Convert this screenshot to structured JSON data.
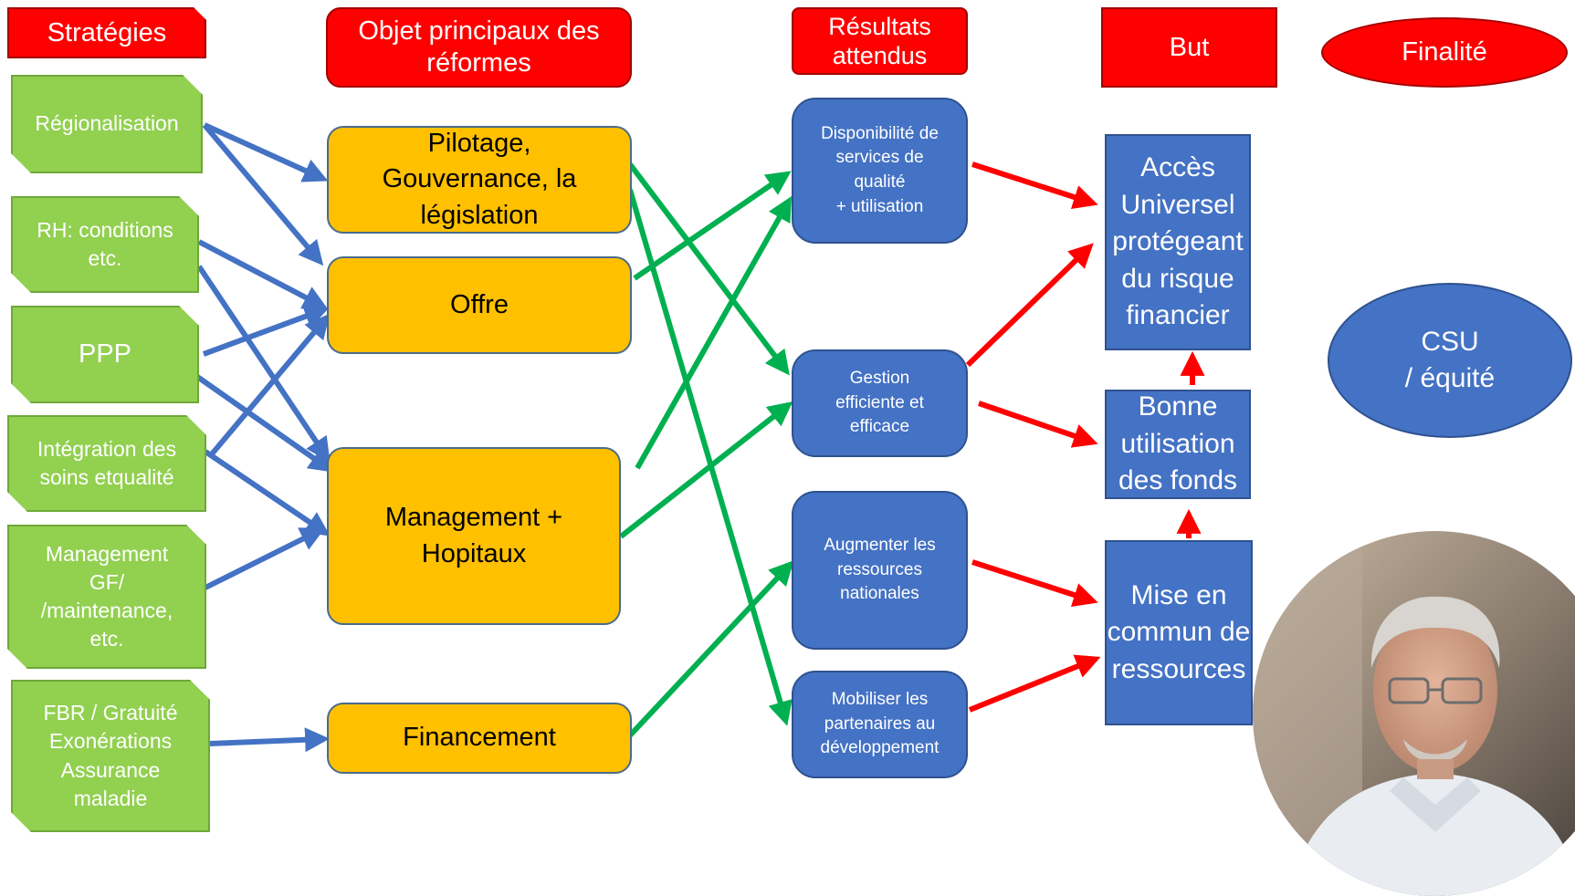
{
  "colors": {
    "header_red": "#ff0000",
    "strategy_green": "#92d050",
    "object_orange": "#ffc000",
    "result_blue": "#4472c4",
    "arrow_blue": "#4472c4",
    "arrow_green": "#00b050",
    "arrow_red": "#ff0000"
  },
  "headers": {
    "strategies": "Stratégies",
    "objects": "Objet principaux des\nréformes",
    "results": "Résultats\nattendus",
    "goal": "But",
    "finality": "Finalité"
  },
  "strategies": [
    "Régionalisation",
    "RH: conditions\netc.",
    "PPP",
    "Intégration des\nsoins etqualité",
    "Management\nGF/\n/maintenance,\netc.",
    "FBR / Gratuité\nExonérations\nAssurance\nmaladie"
  ],
  "objects": [
    "Pilotage,\nGouvernance, la\nlégislation",
    "Offre",
    "Management +\nHopitaux",
    "Financement"
  ],
  "results": [
    "Disponibilité de\nservices de\nqualité\n+ utilisation",
    "Gestion\nefficiente et\nefficace",
    "Augmenter les\nressources\nnationales",
    "Mobiliser les\npartenaires au\ndéveloppement"
  ],
  "goals": [
    "Accès\nUniversel\nprotégeant\ndu risque\nfinancier",
    "Bonne\nutilisation\ndes fonds",
    "Mise en\ncommun de\nressources"
  ],
  "finality": "CSU\n/ équité"
}
